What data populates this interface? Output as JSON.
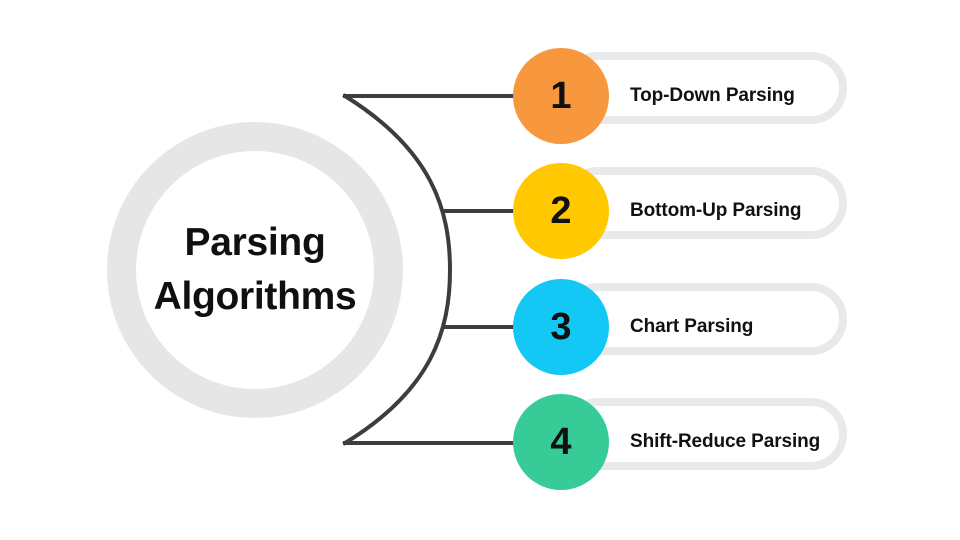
{
  "diagram": {
    "title": "Parsing Algorithms",
    "hub": {
      "line1": "Parsing",
      "line2": "Algorithms",
      "ring_color": "#e6e6e6",
      "fill_color": "#ffffff",
      "text_color": "#101010"
    },
    "connector": {
      "color": "#3d3d3d",
      "width": 4,
      "shape": "brace-arc"
    },
    "items": [
      {
        "number": "1",
        "label": "Top-Down Parsing",
        "color": "#f8983e"
      },
      {
        "number": "2",
        "label": "Bottom-Up Parsing",
        "color": "#ffc800"
      },
      {
        "number": "3",
        "label": "Chart Parsing",
        "color": "#14c8f5"
      },
      {
        "number": "4",
        "label": "Shift-Reduce Parsing",
        "color": "#37cb98"
      }
    ],
    "pill": {
      "border_color": "#e9e9e9",
      "fill_color": "#ffffff"
    }
  }
}
